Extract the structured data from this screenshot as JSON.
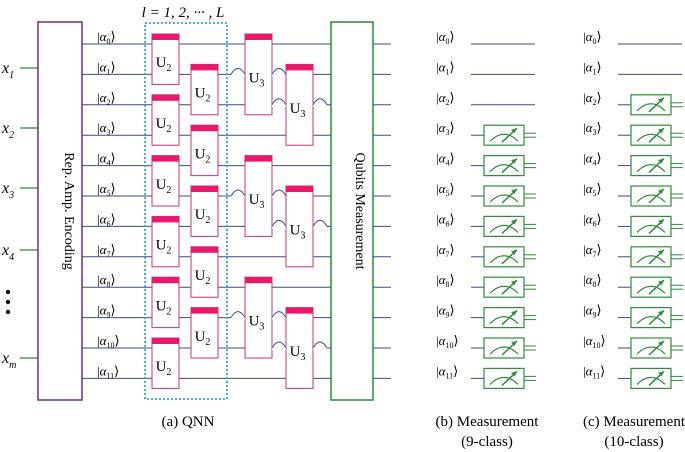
{
  "title_range": "l = 1, 2, ··· , L",
  "inputs": [
    {
      "base": "x",
      "sub": "1"
    },
    {
      "base": "x",
      "sub": "2"
    },
    {
      "base": "x",
      "sub": "3"
    },
    {
      "base": "x",
      "sub": "4"
    },
    {
      "base": "x",
      "sub": "m"
    }
  ],
  "encoding_label": "Rep. Amp. Encoding",
  "measurement_label": "Qubits Measurement",
  "qubits": [
    "0",
    "1",
    "2",
    "3",
    "4",
    "5",
    "6",
    "7",
    "8",
    "9",
    "10",
    "11"
  ],
  "gate_u2": "U",
  "gate_u2_sub": "2",
  "gate_u3": "U",
  "gate_u3_sub": "3",
  "captions": {
    "a": "(a) QNN",
    "b_line1": "(b) Measurement",
    "b_line2": "(9-class)",
    "c_line1": "(c) Measurement",
    "c_line2": "(10-class)"
  },
  "panel_b_measured_from": 3,
  "panel_c_measured_from": 2,
  "colors": {
    "wire": "#3a4a9a",
    "encoding_box": "#7a2a7a",
    "measure_box": "#2e8b3a",
    "gate_border": "#cc3377",
    "gate_bar": "#e8186a",
    "dashed_box": "#33aadd",
    "meter": "#2e8b3a"
  }
}
